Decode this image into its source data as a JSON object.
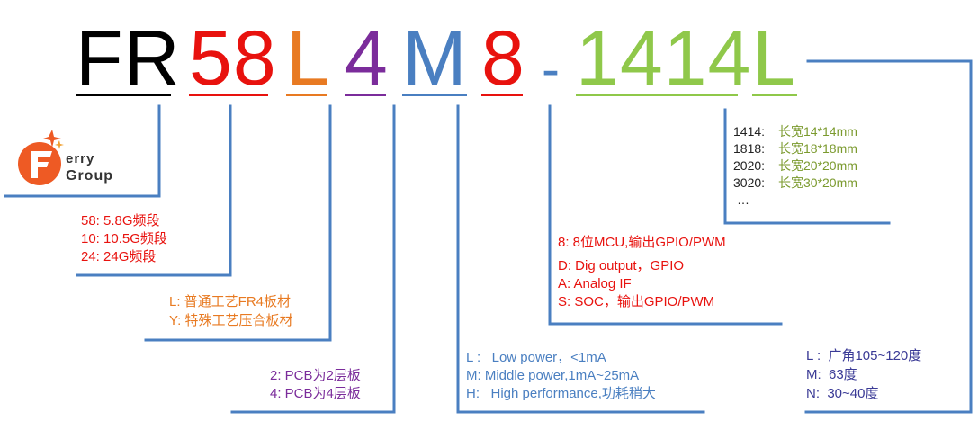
{
  "code": {
    "segments": [
      {
        "text": "FR",
        "color": "#000000"
      },
      {
        "text": "58",
        "color": "#e8120e"
      },
      {
        "text": "L",
        "color": "#e87a22"
      },
      {
        "text": "4",
        "color": "#7b2c9b"
      },
      {
        "text": "M",
        "color": "#4a7fc1"
      },
      {
        "text": "8",
        "color": "#e8120e"
      },
      {
        "text": "-",
        "color": "#4a7fc1"
      },
      {
        "text": "1414",
        "color": "#8fc84a"
      },
      {
        "text": "L",
        "color": "#8fc84a"
      }
    ]
  },
  "logo": {
    "line1": "erry",
    "line2": "Group"
  },
  "frequency": {
    "lines": [
      "58: 5.8G频段",
      "10: 10.5G频段",
      "24: 24G频段"
    ]
  },
  "board": {
    "lines": [
      "L: 普通工艺FR4板材",
      "Y: 特殊工艺压合板材"
    ]
  },
  "layers": {
    "lines": [
      "2: PCB为2层板",
      "4: PCB为4层板"
    ]
  },
  "power": {
    "lines": [
      "L :   Low power，<1mA",
      "M: Middle power,1mA~25mA",
      "H:   High performance,功耗稍大"
    ]
  },
  "output": {
    "lines": [
      "8: 8位MCU,输出GPIO/PWM",
      "D: Dig output，GPIO",
      "A: Analog IF",
      "S: SOC，输出GPIO/PWM"
    ]
  },
  "size": {
    "lines": [
      {
        "code": "1414:",
        "desc": "长宽14*14mm"
      },
      {
        "code": "1818:",
        "desc": "长宽18*18mm"
      },
      {
        "code": "2020:",
        "desc": "长宽20*20mm"
      },
      {
        "code": "3020:",
        "desc": "长宽30*20mm"
      }
    ],
    "more": "…"
  },
  "angle": {
    "lines": [
      "L :  广角105~120度",
      "M:  63度",
      "N:  30~40度"
    ]
  },
  "colors": {
    "blue_line": "#4a7fc1",
    "logo_orange": "#ee5a24"
  }
}
